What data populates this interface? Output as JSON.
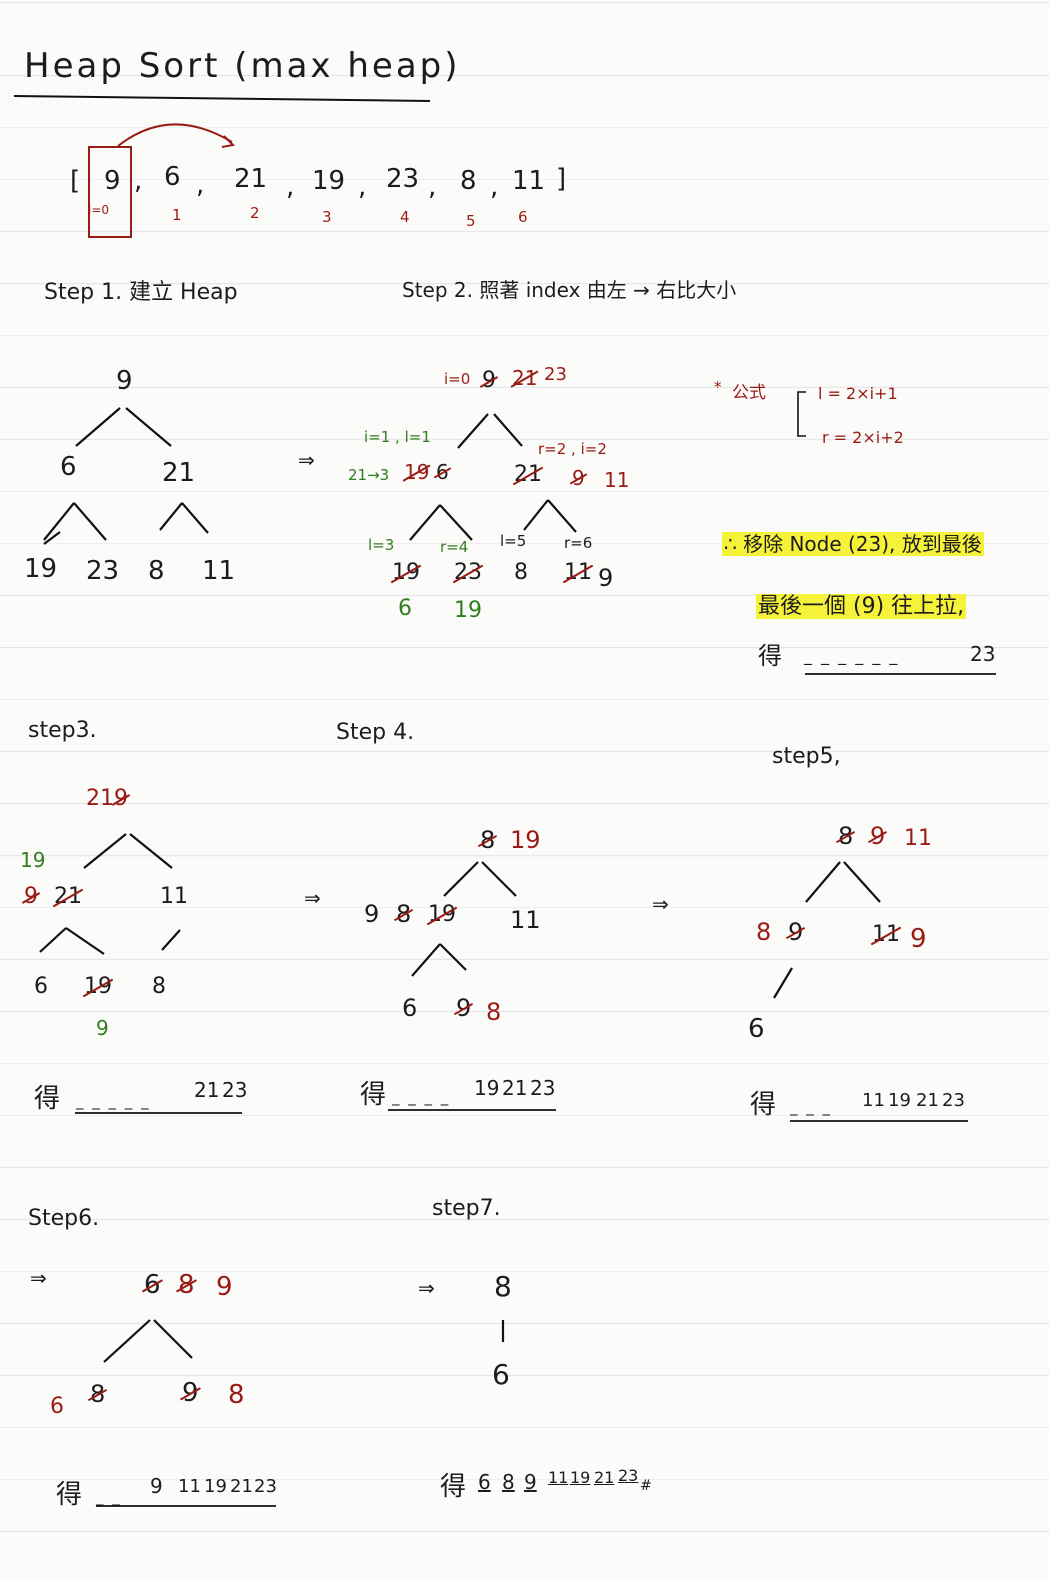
{
  "title": "Heap Sort (max heap)",
  "array": {
    "open": "[",
    "close": "]",
    "values": [
      "9",
      "6",
      "21",
      "19",
      "23",
      "8",
      "11"
    ],
    "indices": [
      "i=0",
      "1",
      "2",
      "3",
      "4",
      "5",
      "6"
    ]
  },
  "step1": {
    "label": "Step 1. 建立 Heap",
    "nodes": [
      "9",
      "6",
      "21",
      "19",
      "23",
      "8",
      "11"
    ]
  },
  "step2": {
    "label": "Step 2. 照著 index 由左 → 右比大小",
    "root_note": "i=0",
    "root_values": [
      "9",
      "21",
      "23"
    ],
    "left_note": "i=1 , l=1",
    "left_values": [
      "21→3",
      "19",
      "6"
    ],
    "right_note": "r=2 , i=2",
    "right_values": [
      "21",
      "9",
      "11"
    ],
    "leaf_notes": [
      "l=3",
      "r=4",
      "l=5",
      "r=6"
    ],
    "leaf_values": [
      "19",
      "23",
      "8",
      "11",
      "9"
    ],
    "below_values": [
      "6",
      "19"
    ],
    "arrow": "⇒"
  },
  "formula": {
    "star": "*",
    "label": "公式",
    "l": "l = 2×i+1",
    "r": "r = 2×i+2"
  },
  "note": {
    "line1": "∴ 移除 Node (23), 放到最後",
    "line2": "最後一個 (9) 往上拉,",
    "line3_prefix": "得",
    "line3_blanks": "_ _ _ _ _ _",
    "line3_value": "23"
  },
  "step3": {
    "label": "step3.",
    "root": [
      "21",
      "9"
    ],
    "left_green": "19",
    "left": [
      "9",
      "21"
    ],
    "right": "11",
    "leaves": [
      "6",
      "19",
      "8"
    ],
    "leaf_below": "9",
    "result_prefix": "得",
    "result_blanks": "_ _ _ _ _",
    "result_values": [
      "21",
      "23"
    ]
  },
  "step4": {
    "label": "Step 4.",
    "arrow": "⇒",
    "root": [
      "8",
      "19"
    ],
    "left": [
      "9",
      "8",
      "19"
    ],
    "right": "11",
    "leaves": [
      "6",
      "9",
      "8"
    ],
    "result_prefix": "得",
    "result_blanks": "_ _ _ _",
    "result_values": [
      "19",
      "21",
      "23"
    ]
  },
  "step5": {
    "label": "step5,",
    "arrow": "⇒",
    "root": [
      "8",
      "9",
      "11"
    ],
    "left": [
      "8",
      "9"
    ],
    "right": [
      "11",
      "9"
    ],
    "leaf": "6",
    "result_prefix": "得",
    "result_blanks": "_ _ _",
    "result_values": [
      "11",
      "19",
      "21",
      "23"
    ]
  },
  "step6": {
    "label": "Step6.",
    "arrow": "⇒",
    "root": [
      "6",
      "8",
      "9"
    ],
    "left": [
      "6",
      "8"
    ],
    "right": [
      "9",
      "8"
    ],
    "result_prefix": "得",
    "result_blanks": "_ _",
    "result_values": [
      "9",
      "11",
      "19",
      "21",
      "23"
    ]
  },
  "step7": {
    "label": "step7.",
    "arrow": "⇒",
    "top": "8",
    "bottom": "6",
    "result_prefix": "得",
    "result_values": [
      "6",
      "8",
      "9",
      "11",
      "19",
      "21",
      "23"
    ],
    "result_suffix": "#"
  }
}
